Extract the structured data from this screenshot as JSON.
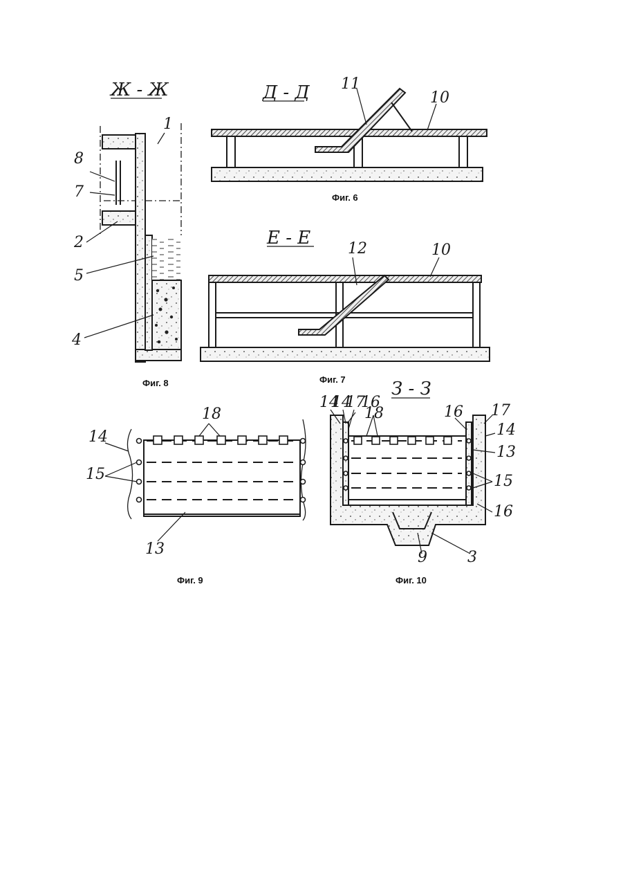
{
  "figures": {
    "fig6": {
      "caption": "Фиг. 6",
      "section": "Д - Д",
      "labels": [
        "11",
        "10"
      ]
    },
    "fig7": {
      "caption": "Фиг. 7",
      "section": "Е - Е",
      "labels": [
        "12",
        "10"
      ]
    },
    "fig8": {
      "caption": "Фиг. 8",
      "section": "Ж - Ж",
      "labels": [
        "1",
        "8",
        "7",
        "2",
        "5",
        "4"
      ]
    },
    "fig9": {
      "caption": "Фиг. 9",
      "labels": [
        "18",
        "14",
        "15",
        "13"
      ]
    },
    "fig10": {
      "caption": "Фиг. 10",
      "section": "З - З",
      "labels": [
        "14",
        "14",
        "17",
        "16",
        "18",
        "16",
        "17",
        "14",
        "13",
        "15",
        "16",
        "9",
        "3"
      ]
    }
  }
}
